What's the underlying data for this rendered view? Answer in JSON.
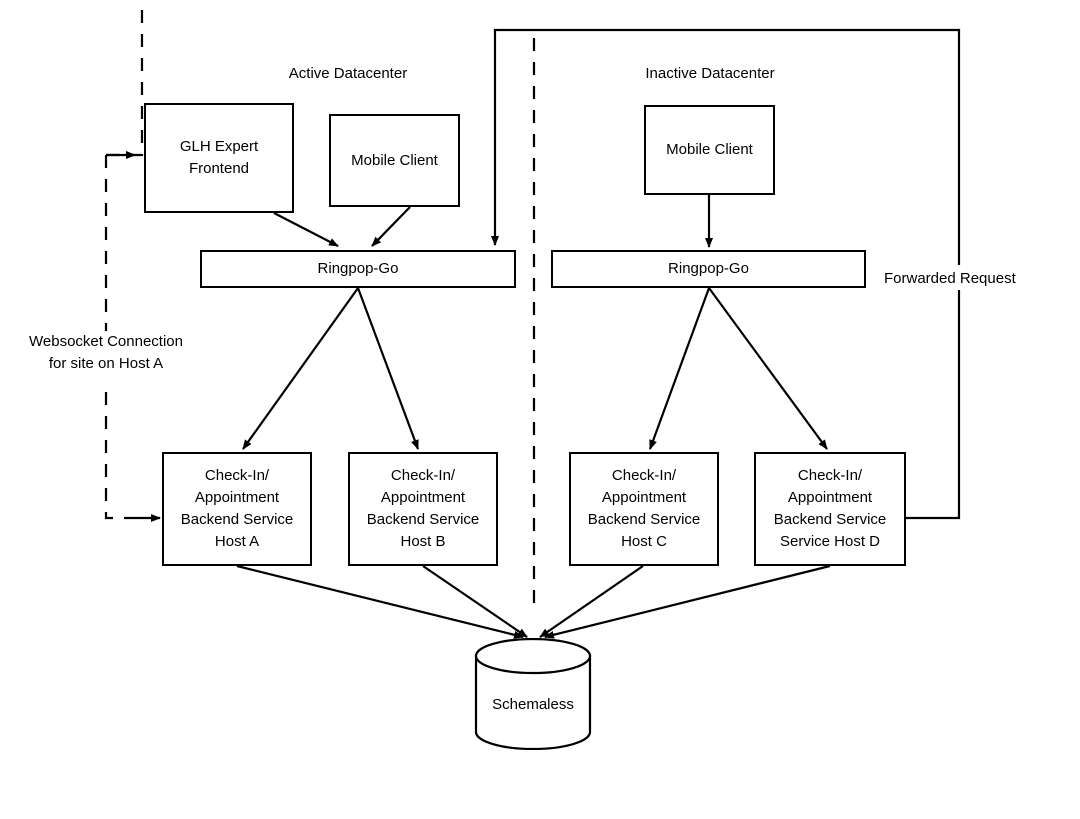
{
  "diagram": {
    "title_active": "Active Datacenter",
    "title_inactive": "Inactive Datacenter",
    "labels": {
      "websocket_line1": "Websocket Connection",
      "websocket_line2": "for site on Host A",
      "forwarded_request": "Forwarded Request"
    },
    "nodes": {
      "glh_frontend": {
        "line1": "GLH Expert",
        "line2": "Frontend"
      },
      "mobile_client_active": {
        "line1": "Mobile Client"
      },
      "mobile_client_inactive": {
        "line1": "Mobile Client"
      },
      "ringpop_active": {
        "label": "Ringpop-Go"
      },
      "ringpop_inactive": {
        "label": "Ringpop-Go"
      },
      "host_a": {
        "line1": "Check-In/",
        "line2": "Appointment",
        "line3": "Backend Service",
        "line4": "Host A"
      },
      "host_b": {
        "line1": "Check-In/",
        "line2": "Appointment",
        "line3": "Backend Service",
        "line4": "Host B"
      },
      "host_c": {
        "line1": "Check-In/",
        "line2": "Appointment",
        "line3": "Backend Service",
        "line4": "Host C"
      },
      "host_d": {
        "line1": "Check-In/",
        "line2": "Appointment",
        "line3": "Backend Service",
        "line4": "Service Host D"
      },
      "database": {
        "label": "Schemaless"
      }
    },
    "colors": {
      "stroke": "#000000",
      "background": "#ffffff",
      "text": "#000000"
    }
  }
}
